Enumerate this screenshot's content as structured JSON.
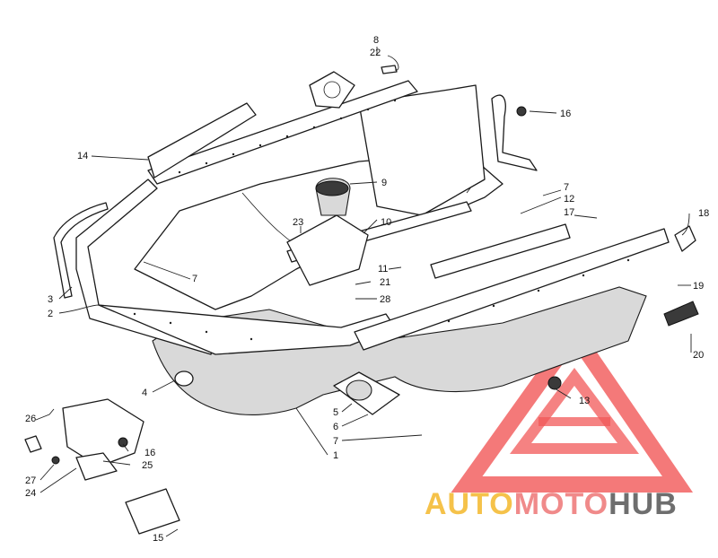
{
  "callouts": [
    "8",
    "22",
    "16",
    "14",
    "9",
    "7",
    "12",
    "17",
    "18",
    "23",
    "10",
    "11",
    "21",
    "28",
    "3",
    "2",
    "19",
    "20",
    "4",
    "13",
    "26",
    "16",
    "25",
    "27",
    "24",
    "5",
    "6",
    "7",
    "1",
    "15",
    "7"
  ],
  "watermark": {
    "word_a": "AUTO",
    "word_b": "MOTO",
    "word_c": "HUB",
    "color_a": "#f5c24a",
    "color_b": "#f08a8a",
    "color_c": "#6e6e6e",
    "triangle_color": "#ef3b3b"
  }
}
